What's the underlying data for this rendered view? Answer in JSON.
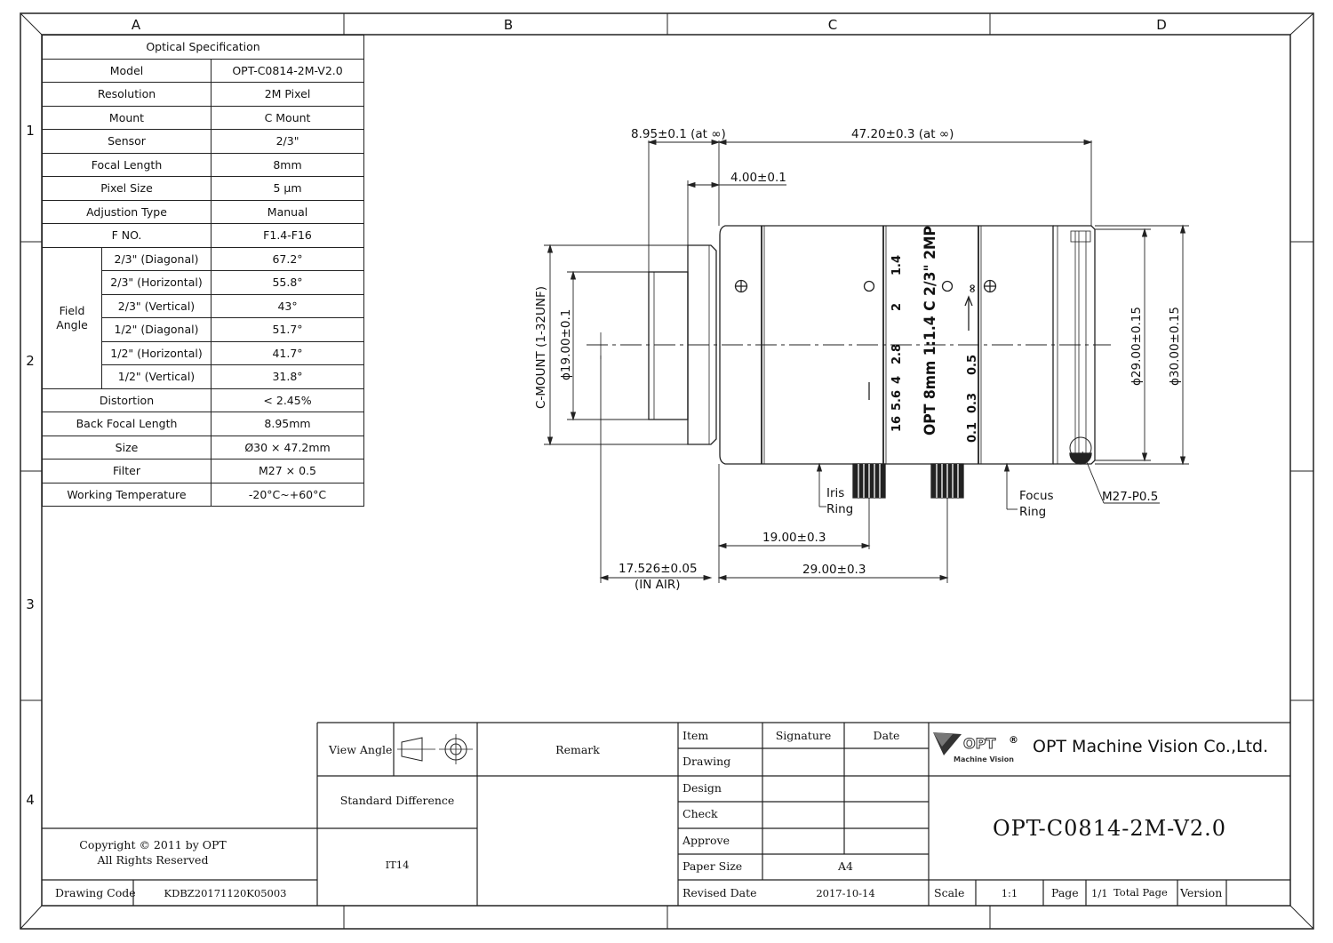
{
  "frame": {
    "col_labels": [
      "A",
      "B",
      "C",
      "D"
    ],
    "row_labels": [
      "1",
      "2",
      "3",
      "4"
    ]
  },
  "spec": {
    "title": "Optical Specification",
    "rows": [
      {
        "label": "Model",
        "value": "OPT-C0814-2M-V2.0"
      },
      {
        "label": "Resolution",
        "value": "2M Pixel"
      },
      {
        "label": "Mount",
        "value": "C Mount"
      },
      {
        "label": "Sensor",
        "value": "2/3\""
      },
      {
        "label": "Focal Length",
        "value": "8mm"
      },
      {
        "label": "Pixel Size",
        "value": "5 μm"
      },
      {
        "label": "Adjustion Type",
        "value": "Manual"
      },
      {
        "label": "F NO.",
        "value": "F1.4-F16"
      }
    ],
    "field_label_line1": "Field",
    "field_label_line2": "Angle",
    "field_rows": [
      {
        "label": "2/3\"  (Diagonal)",
        "value": "67.2°"
      },
      {
        "label": "2/3\"  (Horizontal)",
        "value": "55.8°"
      },
      {
        "label": "2/3\"  (Vertical)",
        "value": "43°"
      },
      {
        "label": "1/2\"  (Diagonal)",
        "value": "51.7°"
      },
      {
        "label": "1/2\"  (Horizontal)",
        "value": "41.7°"
      },
      {
        "label": "1/2\"  (Vertical)",
        "value": "31.8°"
      }
    ],
    "rows_after": [
      {
        "label": "Distortion",
        "value": "< 2.45%"
      },
      {
        "label": "Back Focal Length",
        "value": "8.95mm"
      },
      {
        "label": "Size",
        "value": "Ø30 × 47.2mm"
      },
      {
        "label": "Filter",
        "value": "M27 × 0.5"
      },
      {
        "label": "Working Temperature",
        "value": "-20°C~+60°C"
      }
    ]
  },
  "drawing": {
    "dim_bfl": "8.95±0.1  (at ∞)",
    "dim_length": "47.20±0.3  (at ∞)",
    "dim_flange": "4.00±0.1",
    "dim_mount_thread": "C-MOUNT  (1-32UNF)",
    "dim_mount_dia": "ϕ19.00±0.1",
    "dim_d29": "ϕ29.00±0.15",
    "dim_d30": "ϕ30.00±0.15",
    "dim_iris_pos": "19.00±0.3",
    "dim_focus_pos": "29.00±0.3",
    "dim_flange_back": "17.526±0.05",
    "dim_flange_back_note": "(IN AIR)",
    "label_iris_1": "Iris",
    "label_iris_2": "Ring",
    "label_focus_1": "Focus",
    "label_focus_2": "Ring",
    "label_filter": "M27-P0.5",
    "barrel_text": "OPT 8mm 1:1.4 C 2/3\" 2MP",
    "iris_scale": [
      "16",
      "5.6",
      "4",
      "2.8",
      "2",
      "1.4"
    ],
    "focus_scale": [
      "0.1",
      "0.3",
      "0.5",
      "∞"
    ]
  },
  "title_block": {
    "view_angle": "View Angle",
    "remark": "Remark",
    "standard_difference": "Standard Difference",
    "it_value": "IT14",
    "copyright_1": "Copyright © 2011 by OPT",
    "copyright_2": "All Rights Reserved",
    "drawing_code_label": "Drawing Code",
    "drawing_code": "KDBZ20171120K05003",
    "item": "Item",
    "signature": "Signature",
    "date": "Date",
    "drawing": "Drawing",
    "design": "Design",
    "check": "Check",
    "approve": "Approve",
    "paper_size_label": "Paper Size",
    "paper_size": "A4",
    "revised_date_label": "Revised Date",
    "revised_date": "2017-10-14",
    "logo_text": "OPT",
    "logo_sub": "Machine Vision",
    "company": "OPT Machine Vision Co.,Ltd.",
    "part_number": "OPT-C0814-2M-V2.0",
    "scale_label": "Scale",
    "scale": "1:1",
    "page_label": "Page",
    "page": "1/1",
    "total_page_label": "Total Page",
    "version_label": "Version"
  }
}
